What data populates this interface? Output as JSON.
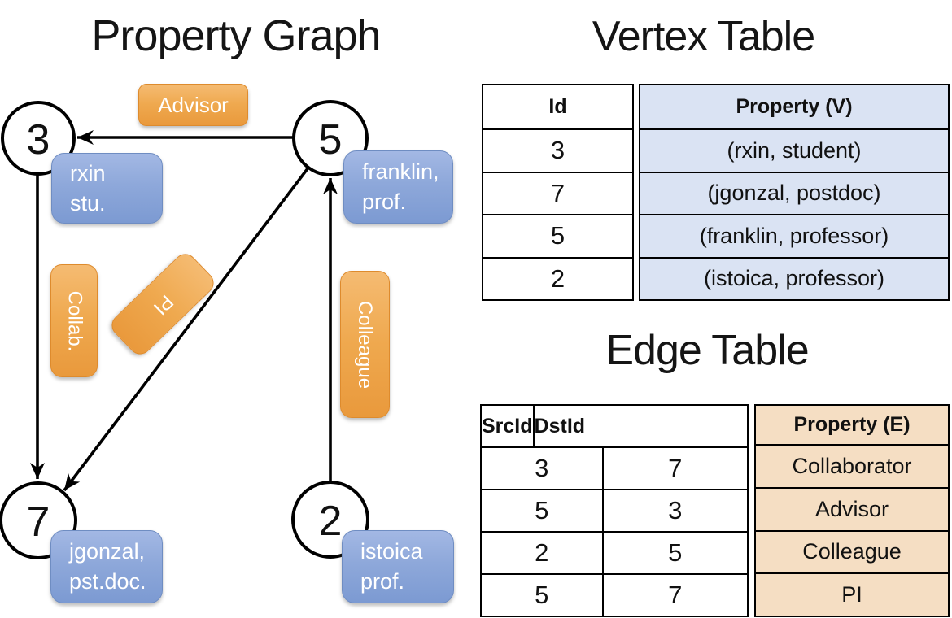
{
  "diagram": {
    "title": "Property Graph",
    "vertices": [
      {
        "id": "3",
        "property_lines": [
          "rxin",
          "stu."
        ]
      },
      {
        "id": "5",
        "property_lines": [
          "franklin,",
          "prof."
        ]
      },
      {
        "id": "7",
        "property_lines": [
          "jgonzal,",
          "pst.doc."
        ]
      },
      {
        "id": "2",
        "property_lines": [
          "istoica",
          "prof."
        ]
      }
    ],
    "edge_labels": [
      "Advisor",
      "Collab.",
      "PI",
      "Colleague"
    ]
  },
  "vertex_table": {
    "title": "Vertex Table",
    "columns": [
      "Id",
      "Property (V)"
    ],
    "rows": [
      [
        "3",
        "(rxin, student)"
      ],
      [
        "7",
        "(jgonzal, postdoc)"
      ],
      [
        "5",
        "(franklin, professor)"
      ],
      [
        "2",
        "(istoica, professor)"
      ]
    ]
  },
  "edge_table": {
    "title": "Edge Table",
    "columns": [
      "SrcId",
      "DstId",
      "Property (E)"
    ],
    "rows": [
      [
        "3",
        "7",
        "Collaborator"
      ],
      [
        "5",
        "3",
        "Advisor"
      ],
      [
        "2",
        "5",
        "Colleague"
      ],
      [
        "5",
        "7",
        "PI"
      ]
    ]
  },
  "colors": {
    "edge_label_fill_top": "#f5bb72",
    "edge_label_fill_bottom": "#e9993c",
    "edge_label_border": "#de8b2d",
    "vertex_prop_fill_top": "#a3b8e4",
    "vertex_prop_fill_bottom": "#7c9ad2",
    "vertex_prop_border": "#6f8dc2",
    "vertex_table_value_bg": "#dae3f3",
    "edge_table_value_bg": "#f5dec3",
    "line_color": "#000000",
    "box_text_color": "#ffffff"
  }
}
